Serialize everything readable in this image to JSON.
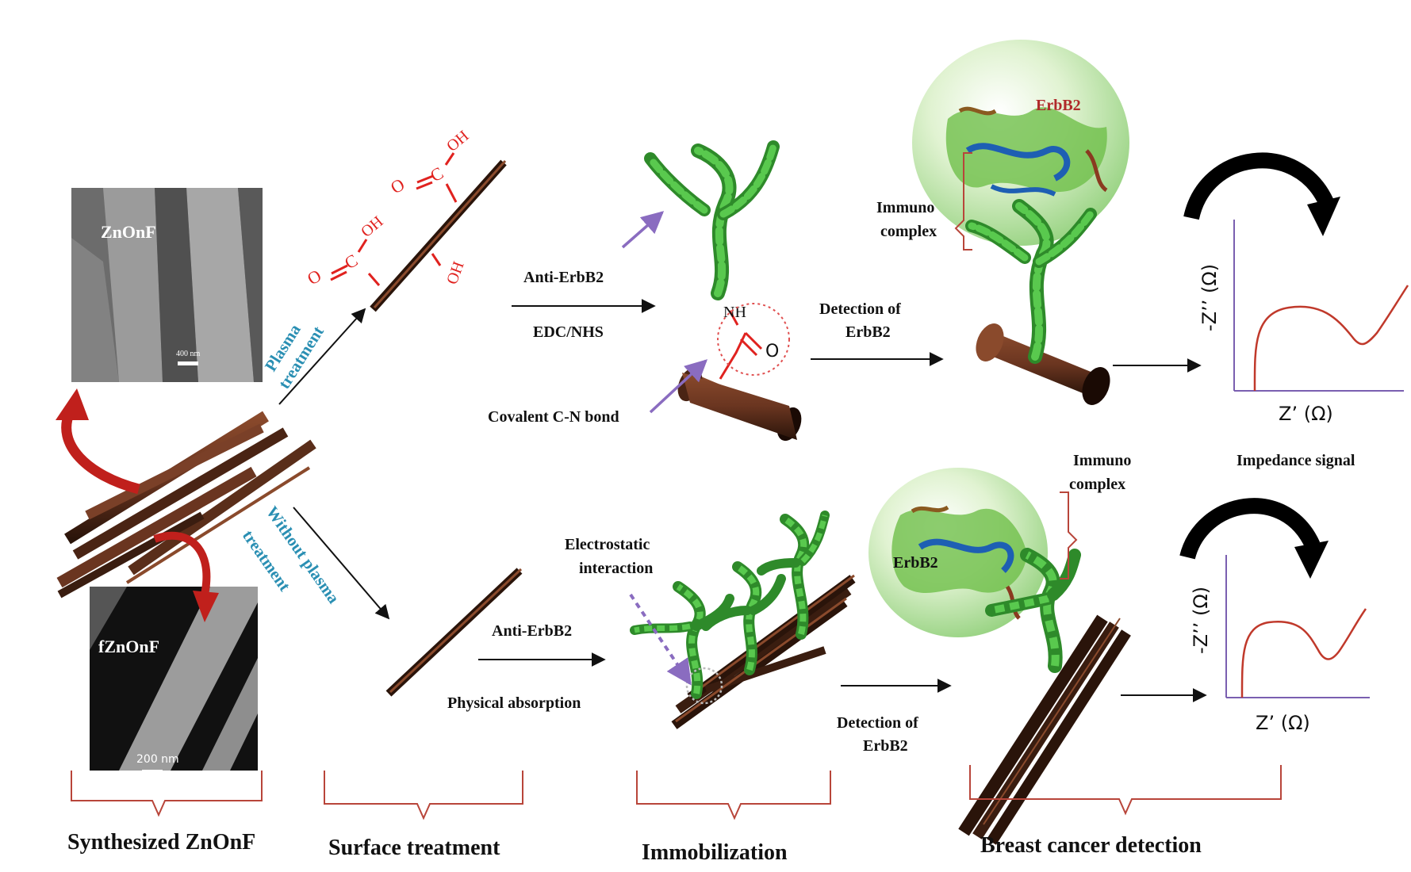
{
  "sem_top": {
    "label": "ZnOnF",
    "scale": "400 nm"
  },
  "sem_bottom": {
    "label": "fZnOnF",
    "scale": "200 nm"
  },
  "plasma": {
    "line1": "Plasma",
    "line2": "treatment"
  },
  "no_plasma": {
    "line1": "Without plasma",
    "line2": "treatment"
  },
  "chem": {
    "oh": "OH",
    "o": "O",
    "c": "C",
    "nh": "NH"
  },
  "top_route": {
    "reagent1": "Anti-ErbB2",
    "reagent2": "EDC/NHS",
    "bond": "Covalent C-N bond",
    "detect_line1": "Detection of",
    "detect_line2": "ErbB2",
    "immuno_line1": "Immuno",
    "immuno_line2": "complex",
    "antigen": "ErbB2"
  },
  "bottom_route": {
    "interaction_line1": "Electrostatic",
    "interaction_line2": "interaction",
    "reagent": "Anti-ErbB2",
    "absorption": "Physical absorption",
    "detect_line1": "Detection of",
    "detect_line2": "ErbB2",
    "immuno_line1": "Immuno",
    "immuno_line2": "complex",
    "antigen": "ErbB2"
  },
  "plot_top": {
    "ylabel": "-Z’’ (Ω)",
    "xlabel": "Z’ (Ω)"
  },
  "plot_bottom": {
    "ylabel": "-Z’’ (Ω)",
    "xlabel": "Z’ (Ω)"
  },
  "impedance_label": "Impedance signal",
  "stages": {
    "s1": "Synthesized ZnOnF",
    "s2": "Surface treatment",
    "s3": "Immobilization",
    "s4": "Breast cancer detection"
  },
  "colors": {
    "rod": "#5a2e1a",
    "chem_red": "#e0221f",
    "teal": "#2a8fb3",
    "antibody": "#3fb53a",
    "axis": "#7a5fb0",
    "curve": "#c0392b",
    "brace": "#b8453a",
    "purple_arrow": "#8a6cc0",
    "curl": "#c0201c"
  }
}
